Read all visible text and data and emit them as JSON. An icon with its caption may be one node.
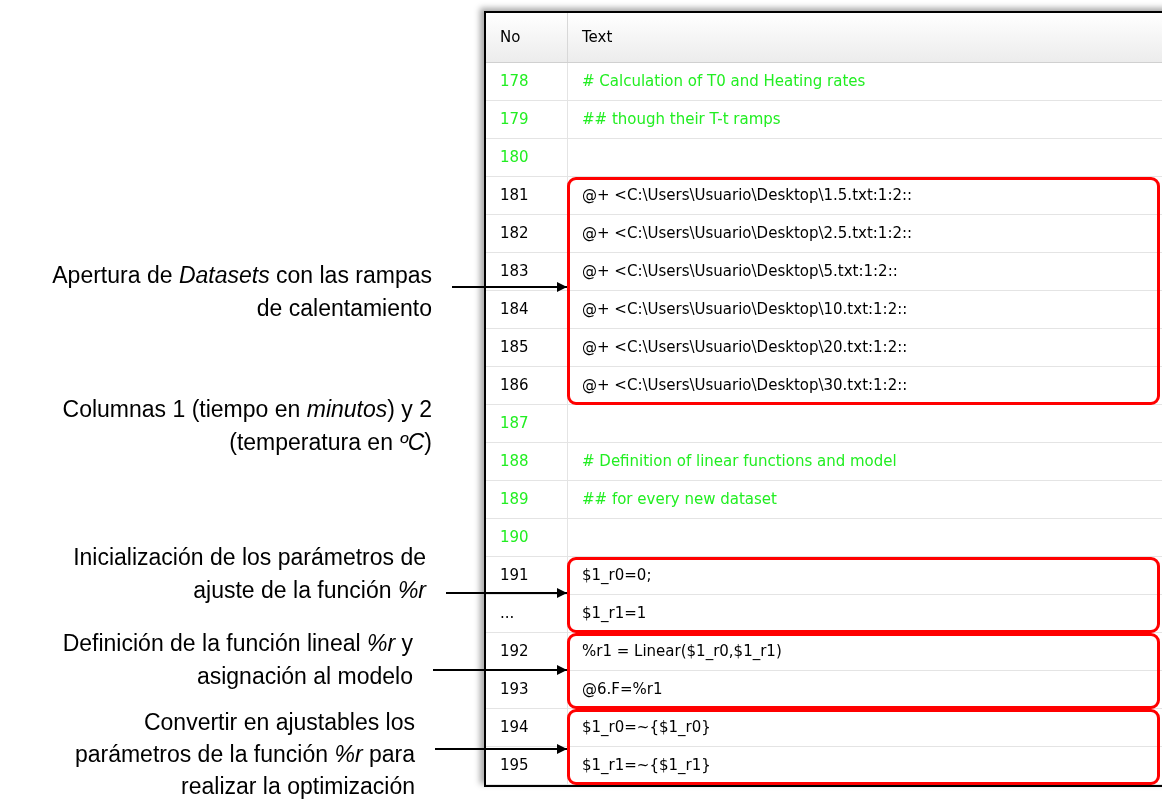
{
  "diagram": {
    "nodes": [
      {
        "text": [
          "Apertura de *Datasets* con las rampas de calentamiento"
        ]
      },
      {
        "text": [
          "Inicialización de los parámetros de ajuste de la función *%r*"
        ]
      },
      {
        "text": [
          "Definición de la función lineal *%r* y asignación al modelo"
        ]
      },
      {
        "text": [
          "Convertir en ajustables los parámetros de la función *%r* para realizar la optimización"
        ]
      },
      {
        "text": [],
        "shape": "box"
      },
      {
        "text": [],
        "shape": "box"
      },
      {
        "text": [],
        "shape": "box"
      },
      {
        "text": [],
        "shape": "box"
      }
    ],
    "edges": [
      {
        "from": 0,
        "to": 4,
        "arrow": "to"
      },
      {
        "from": 1,
        "to": 5,
        "arrow": "to"
      },
      {
        "from": 2,
        "to": 6,
        "arrow": "to"
      },
      {
        "from": 3,
        "to": 7,
        "arrow": "to"
      }
    ],
    "labels": [
      "Columnas 1 (tiempo en *minutos*) y 2 (temperatura en *ºC*)",
      "No",
      "Text",
      "178",
      "# Calculation of T0 and Heating rates",
      "179",
      "## though their T-t ramps",
      "180",
      "181",
      "@+ <C:\\Users\\Usuario\\Desktop\\1.5.txt:1:2::",
      "182",
      "@+ <C:\\Users\\Usuario\\Desktop\\2.5.txt:1:2::",
      "183",
      "@+ <C:\\Users\\Usuario\\Desktop\\5.txt:1:2::",
      "184",
      "@+ <C:\\Users\\Usuario\\Desktop\\10.txt:1:2::",
      "185",
      "@+ <C:\\Users\\Usuario\\Desktop\\20.txt:1:2::",
      "186",
      "@+ <C:\\Users\\Usuario\\Desktop\\30.txt:1:2::",
      "187",
      "188",
      "# Definition of linear functions and model",
      "189",
      "## for every new dataset",
      "190",
      "191",
      "$1_r0=0;",
      "...",
      "$1_r1=1",
      "192",
      "%r1 = Linear($1_r0,$1_r1)",
      "193",
      "@6.F=%r1",
      "194",
      "$1_r0=~{$1_r0}",
      "195",
      "$1_r1=~{$1_r1}"
    ]
  }
}
